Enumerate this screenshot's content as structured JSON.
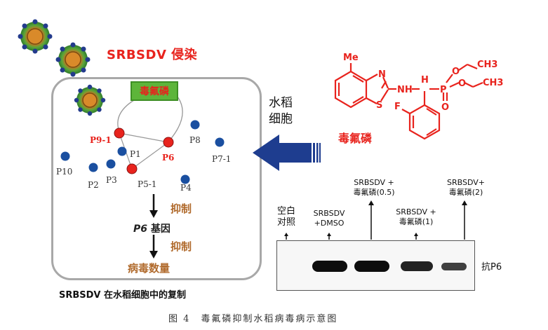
{
  "infection_label": "SRBSDV 侵染",
  "drug_box_label": "毒氟磷",
  "proteins": {
    "p9_1": "P9-1",
    "p6": "P6",
    "p5_1": "P5-1",
    "p1": "P1",
    "p8": "P8",
    "p7_1": "P7-1",
    "p10": "P10",
    "p2": "P2",
    "p3": "P3",
    "p4": "P4"
  },
  "flow": {
    "inhibit1": "抑制",
    "p6_gene_italic": "P6",
    "p6_gene_suffix": " 基因",
    "inhibit2": "抑制",
    "virus_count": "病毒数量"
  },
  "cell_caption": "SRBSDV 在水稻细胞中的复制",
  "rice_cell_label_line1": "水稻",
  "rice_cell_label_line2": "细胞",
  "compound": {
    "name": "毒氟磷",
    "me": "Me",
    "n": "N",
    "s": "S",
    "nh": "NH",
    "h": "H",
    "p": "P",
    "o_top": "O",
    "ch3_top": "CH3",
    "o_right": "O",
    "ch3_right": "CH3",
    "f": "F",
    "o_bottom": "O"
  },
  "blot": {
    "lane1": [
      "空白",
      "对照"
    ],
    "lane2": [
      "SRBSDV",
      "+DMSO"
    ],
    "lane3": [
      "SRBSDV +",
      "毒氟磷(0.5)"
    ],
    "lane4": [
      "SRBSDV +",
      "毒氟磷(1)"
    ],
    "lane5": [
      "SRBSDV+",
      "毒氟磷(2)"
    ],
    "antibody_label": "抗P6",
    "band_intensity": [
      0,
      1.0,
      1.0,
      0.8,
      0.5
    ]
  },
  "figure_caption": "图 4　毒氟磷抑制水稻病毒病示意图",
  "colors": {
    "red": "#e8231d",
    "brown": "#b06a2c",
    "blue_dot": "#1a4fa0",
    "green_box": "#5db53a",
    "arrow_blue": "#1e3d8f"
  }
}
